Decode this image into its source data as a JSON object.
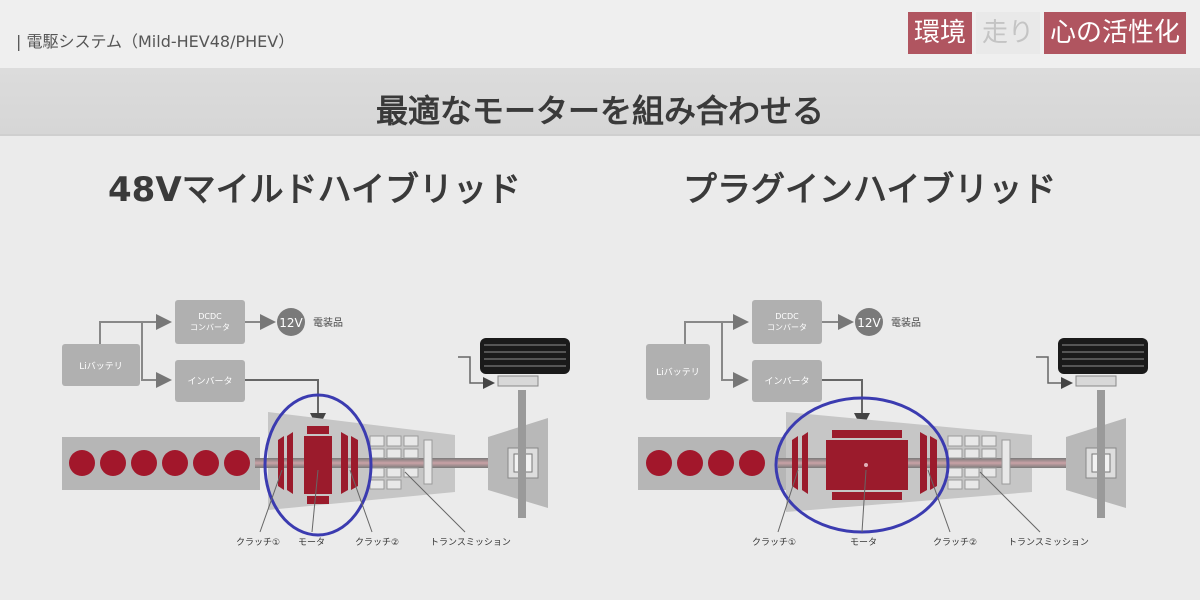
{
  "header": {
    "section_label": "| 電駆システム（Mild-HEV48/PHEV）",
    "tags": [
      "環境",
      "走り",
      "心の活性化"
    ]
  },
  "title": "最適なモーターを組み合わせる",
  "panels": [
    {
      "id": "mild",
      "subtitle": "48Vマイルドハイブリッド",
      "battery": "Liバッテリ",
      "dcdc_line1": "DCDC",
      "dcdc_line2": "コンバータ",
      "volt": "12V",
      "electrical": "電装品",
      "inverter": "インバータ",
      "callouts": [
        "クラッチ①",
        "モータ",
        "クラッチ②",
        "トランスミッション"
      ]
    },
    {
      "id": "phev",
      "subtitle": "プラグインハイブリッド",
      "battery": "Liバッテリ",
      "dcdc_line1": "DCDC",
      "dcdc_line2": "コンバータ",
      "volt": "12V",
      "electrical": "電装品",
      "inverter": "インバータ",
      "callouts": [
        "クラッチ①",
        "モータ",
        "クラッチ②",
        "トランスミッション"
      ]
    }
  ],
  "colors": {
    "accent": "#b05560",
    "motor_red": "#9b1b2c",
    "highlight_ring": "#3b3bb0",
    "box_gray": "#b0b0b0"
  }
}
